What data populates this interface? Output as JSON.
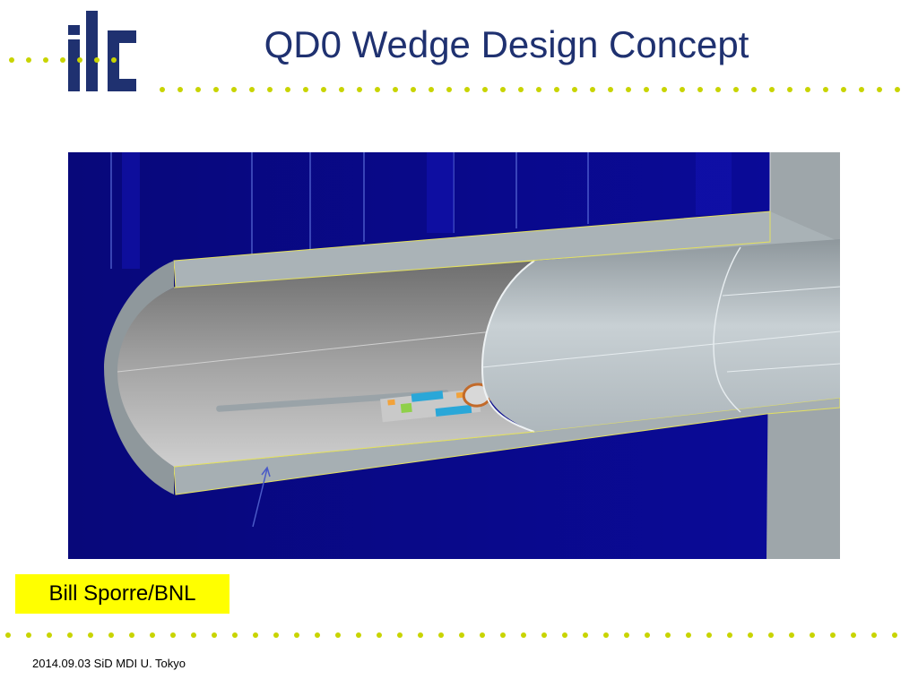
{
  "slide": {
    "title": "QD0 Wedge Design Concept",
    "credit": "Bill Sporre/BNL",
    "footer": "2014.09.03 SiD MDI U. Tokyo"
  },
  "logo": {
    "text": "ilc",
    "icon": "ilc-logo-icon"
  },
  "colors": {
    "title": "#1f3170",
    "logo": "#1f3170",
    "dots": "#c8d400",
    "credit_bg": "#ffff00",
    "figure_bg": "#0a0a8c"
  },
  "figure": {
    "icon": "qd0-cad-render-icon"
  }
}
